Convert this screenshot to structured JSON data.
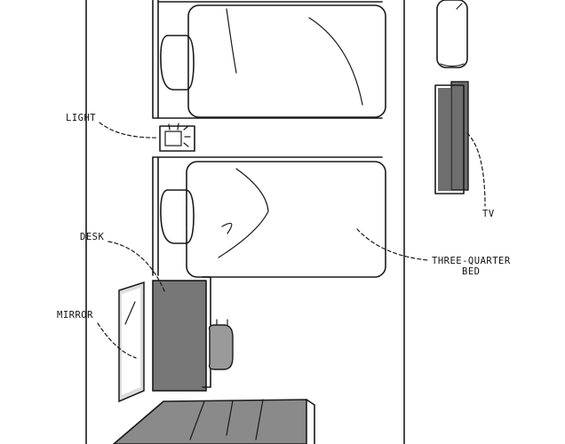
{
  "labels": {
    "light": "LIGHT",
    "desk": "DESK",
    "mirror": "MIRROR",
    "tv": "TV",
    "bed_line1": "THREE-QUARTER",
    "bed_line2": "BED"
  },
  "colors": {
    "ink": "#1a1a1a",
    "desk_fill": "#777777",
    "mirror_fill": "#dcdcdc",
    "tv_fill": "#6e6e6e",
    "rug_fill": "#8a8a8a"
  }
}
